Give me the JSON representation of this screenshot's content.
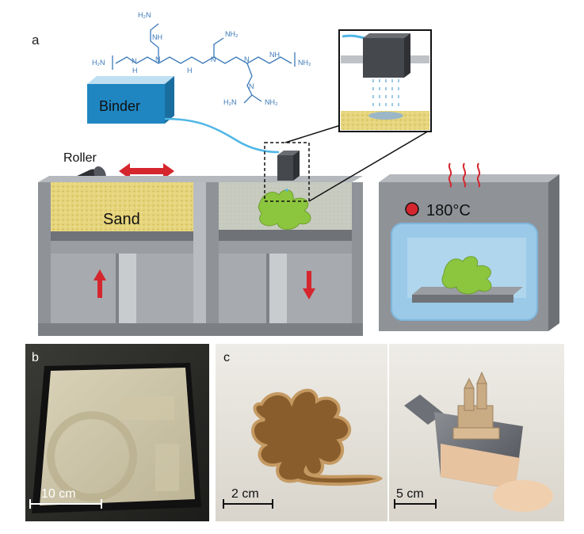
{
  "panel_labels": {
    "a": "a",
    "b": "b",
    "c": "c"
  },
  "molecule": {
    "nh2": "NH₂",
    "h2n": "H₂N",
    "nh": "NH",
    "h": "H",
    "n": "N"
  },
  "binder_label": "Binder",
  "roller_label": "Roller",
  "sand_label": "Sand",
  "oven_temperature": "180°C",
  "scale_bars": {
    "b": "10 cm",
    "c_leaf": "2 cm",
    "c_scoop": "5 cm"
  },
  "colors": {
    "binder_blue": "#1f86c2",
    "molecule_blue": "#3a78b8",
    "sand_yellow": "#e6d57c",
    "leaf_green": "#8cc63f",
    "arrow_red": "#d5262e",
    "machine_gray": "#8f9398",
    "oven_window": "#9bc9e8"
  }
}
